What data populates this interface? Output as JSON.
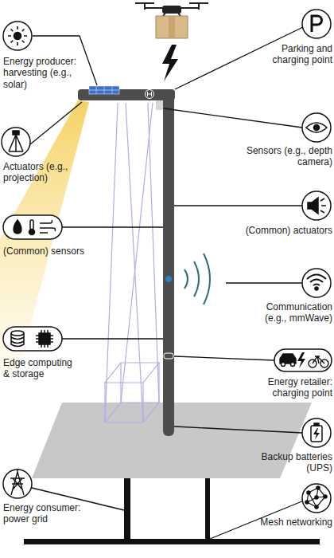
{
  "diagram": {
    "labels": [
      "Parking and charging point",
      "Energy producer: harvesting (e.g., solar)",
      "Sensors (e.g., depth camera)",
      "Actuators (e.g., projection)",
      "(Common) actuators",
      "(Common) sensors",
      "Communication (e.g., mmWave)",
      "Edge computing & storage",
      "Energy retailer: charging point",
      "Backup batteries (UPS)",
      "Energy consumer: power grid",
      "Mesh networking"
    ]
  }
}
